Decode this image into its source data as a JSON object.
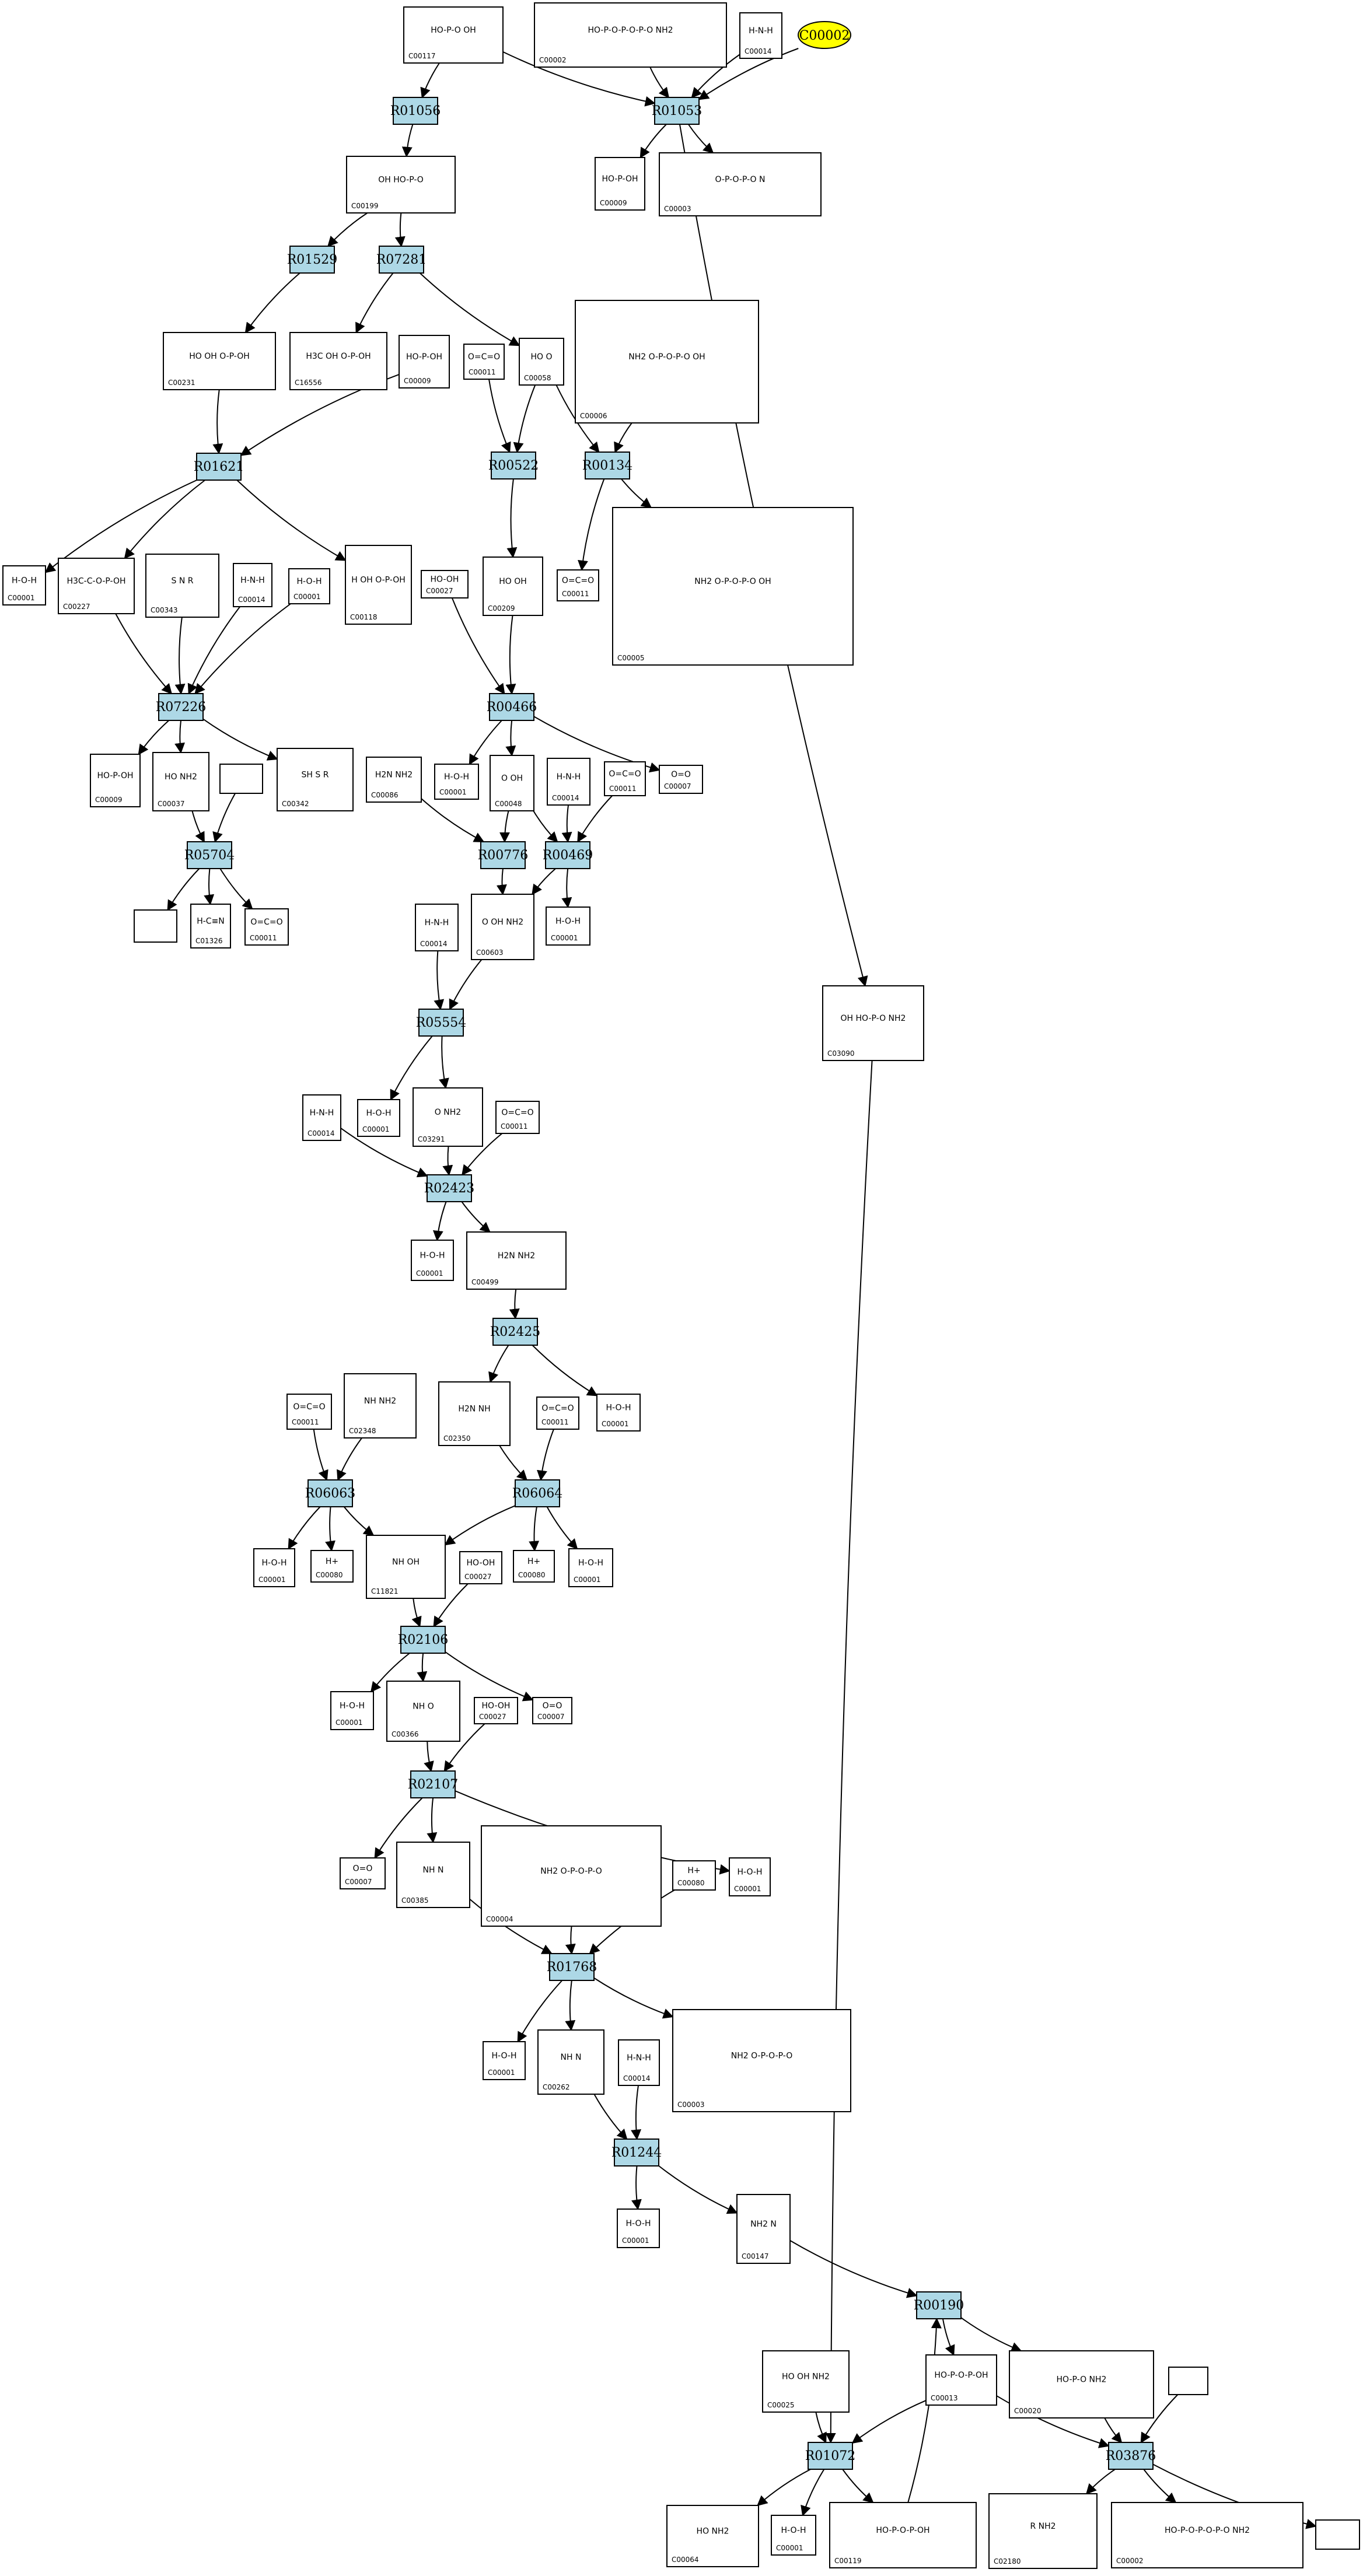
{
  "graph": {
    "highlight": {
      "label": "C00002",
      "color": "#ffff00"
    },
    "reaction_color": "#add8e6",
    "reactions": [
      {
        "id": "R01056",
        "label": "R01056"
      },
      {
        "id": "R01053",
        "label": "R01053"
      },
      {
        "id": "R01529",
        "label": "R01529"
      },
      {
        "id": "R07281",
        "label": "R07281"
      },
      {
        "id": "R01621",
        "label": "R01621"
      },
      {
        "id": "R00522",
        "label": "R00522"
      },
      {
        "id": "R00134",
        "label": "R00134"
      },
      {
        "id": "R07226",
        "label": "R07226"
      },
      {
        "id": "R00466",
        "label": "R00466"
      },
      {
        "id": "R05704",
        "label": "R05704"
      },
      {
        "id": "R00776",
        "label": "R00776"
      },
      {
        "id": "R00469",
        "label": "R00469"
      },
      {
        "id": "R05554",
        "label": "R05554"
      },
      {
        "id": "R02423",
        "label": "R02423"
      },
      {
        "id": "R02425",
        "label": "R02425"
      },
      {
        "id": "R06063",
        "label": "R06063"
      },
      {
        "id": "R06064",
        "label": "R06064"
      },
      {
        "id": "R02106",
        "label": "R02106"
      },
      {
        "id": "R02107",
        "label": "R02107"
      },
      {
        "id": "R01768",
        "label": "R01768"
      },
      {
        "id": "R01244",
        "label": "R01244"
      },
      {
        "id": "R00190",
        "label": "R00190"
      },
      {
        "id": "R01072",
        "label": "R01072"
      },
      {
        "id": "R03876",
        "label": "R03876"
      }
    ],
    "compounds": [
      {
        "id": "c117",
        "label": "C00117",
        "formula": "HO-P-O   OH"
      },
      {
        "id": "c002top",
        "label": "C00002",
        "formula": "HO-P-O-P-O-P-O   NH2"
      },
      {
        "id": "c014top",
        "label": "C00014",
        "formula": "H-N-H"
      },
      {
        "id": "c199",
        "label": "C00199",
        "formula": "OH   HO-P-O"
      },
      {
        "id": "c009a",
        "label": "C00009",
        "formula": "HO-P-OH"
      },
      {
        "id": "c003a",
        "label": "C00003",
        "formula": "O-P-O-P-O   N"
      },
      {
        "id": "c231",
        "label": "C00231",
        "formula": "HO   OH   O-P-OH"
      },
      {
        "id": "c16556",
        "label": "C16556",
        "formula": "H3C   OH   O-P-OH"
      },
      {
        "id": "c009b",
        "label": "C00009",
        "formula": "HO-P-OH"
      },
      {
        "id": "c011a",
        "label": "C00011",
        "formula": "O=C=O"
      },
      {
        "id": "c058",
        "label": "C00058",
        "formula": "HO   O"
      },
      {
        "id": "c006",
        "label": "C00006",
        "formula": "NH2   O-P-O-P-O   OH"
      },
      {
        "id": "c001a",
        "label": "C00001",
        "formula": "H-O-H"
      },
      {
        "id": "c227",
        "label": "C00227",
        "formula": "H3C-C-O-P-OH"
      },
      {
        "id": "c343",
        "label": "C00343",
        "formula": "S   N   R"
      },
      {
        "id": "c014b",
        "label": "C00014",
        "formula": "H-N-H"
      },
      {
        "id": "c001b",
        "label": "C00001",
        "formula": "H-O-H"
      },
      {
        "id": "c118",
        "label": "C00118",
        "formula": "H   OH   O-P-OH"
      },
      {
        "id": "c011b",
        "label": "C00011",
        "formula": "O=C=O"
      },
      {
        "id": "c005",
        "label": "C00005",
        "formula": "NH2   O-P-O-P-O   OH"
      },
      {
        "id": "c027a",
        "label": "C00027",
        "formula": "HO-OH"
      },
      {
        "id": "c209",
        "label": "C00209",
        "formula": "HO   OH"
      },
      {
        "id": "c009c",
        "label": "C00009",
        "formula": "HO-P-OH"
      },
      {
        "id": "c037",
        "label": "C00037",
        "formula": "HO   NH2"
      },
      {
        "id": "blank1",
        "label": "",
        "formula": ""
      },
      {
        "id": "c342",
        "label": "C00342",
        "formula": "SH   S   R"
      },
      {
        "id": "c001c",
        "label": "C00001",
        "formula": "H-O-H"
      },
      {
        "id": "c048",
        "label": "C00048",
        "formula": "O   OH"
      },
      {
        "id": "c014c",
        "label": "C00014",
        "formula": "H-N-H"
      },
      {
        "id": "c011c",
        "label": "C00011",
        "formula": "O=C=O"
      },
      {
        "id": "c007a",
        "label": "C00007",
        "formula": "O=O"
      },
      {
        "id": "c086",
        "label": "C00086",
        "formula": "H2N   NH2"
      },
      {
        "id": "blank2",
        "label": "",
        "formula": ""
      },
      {
        "id": "c01326",
        "label": "C01326",
        "formula": "H-C≡N"
      },
      {
        "id": "c011d",
        "label": "C00011",
        "formula": "O=C=O"
      },
      {
        "id": "c014d",
        "label": "C00014",
        "formula": "H-N-H"
      },
      {
        "id": "c603",
        "label": "C00603",
        "formula": "O   OH   NH2"
      },
      {
        "id": "c001d",
        "label": "C00001",
        "formula": "H-O-H"
      },
      {
        "id": "c3090",
        "label": "C03090",
        "formula": "OH   HO-P-O   NH2"
      },
      {
        "id": "c014e",
        "label": "C00014",
        "formula": "H-N-H"
      },
      {
        "id": "c001e",
        "label": "C00001",
        "formula": "H-O-H"
      },
      {
        "id": "c3291",
        "label": "C03291",
        "formula": "O   NH2"
      },
      {
        "id": "c011e",
        "label": "C00011",
        "formula": "O=C=O"
      },
      {
        "id": "c001f",
        "label": "C00001",
        "formula": "H-O-H"
      },
      {
        "id": "c499",
        "label": "C00499",
        "formula": "H2N   NH2"
      },
      {
        "id": "c011f",
        "label": "C00011",
        "formula": "O=C=O"
      },
      {
        "id": "c2348",
        "label": "C02348",
        "formula": "NH   NH2"
      },
      {
        "id": "c2350",
        "label": "C02350",
        "formula": "H2N   NH"
      },
      {
        "id": "c011g",
        "label": "C00011",
        "formula": "O=C=O"
      },
      {
        "id": "c001g",
        "label": "C00001",
        "formula": "H-O-H"
      },
      {
        "id": "c001h",
        "label": "C00001",
        "formula": "H-O-H"
      },
      {
        "id": "c080a",
        "label": "C00080",
        "formula": "H+"
      },
      {
        "id": "c11821",
        "label": "C11821",
        "formula": "NH   OH"
      },
      {
        "id": "c027b",
        "label": "C00027",
        "formula": "HO-OH"
      },
      {
        "id": "c080b",
        "label": "C00080",
        "formula": "H+"
      },
      {
        "id": "c001i",
        "label": "C00001",
        "formula": "H-O-H"
      },
      {
        "id": "c001j",
        "label": "C00001",
        "formula": "H-O-H"
      },
      {
        "id": "c366",
        "label": "C00366",
        "formula": "NH   O"
      },
      {
        "id": "c027c",
        "label": "C00027",
        "formula": "HO-OH"
      },
      {
        "id": "c007b",
        "label": "C00007",
        "formula": "O=O"
      },
      {
        "id": "c007c",
        "label": "C00007",
        "formula": "O=O"
      },
      {
        "id": "c385",
        "label": "C00385",
        "formula": "NH   N"
      },
      {
        "id": "c004",
        "label": "C00004",
        "formula": "NH2   O-P-O-P-O"
      },
      {
        "id": "c080c",
        "label": "C00080",
        "formula": "H+"
      },
      {
        "id": "c001k",
        "label": "C00001",
        "formula": "H-O-H"
      },
      {
        "id": "c001l",
        "label": "C00001",
        "formula": "H-O-H"
      },
      {
        "id": "c262",
        "label": "C00262",
        "formula": "NH   N"
      },
      {
        "id": "c014f",
        "label": "C00014",
        "formula": "H-N-H"
      },
      {
        "id": "c003b",
        "label": "C00003",
        "formula": "NH2   O-P-O-P-O"
      },
      {
        "id": "c001m",
        "label": "C00001",
        "formula": "H-O-H"
      },
      {
        "id": "c147",
        "label": "C00147",
        "formula": "NH2   N"
      },
      {
        "id": "c025",
        "label": "C00025",
        "formula": "HO   OH   NH2"
      },
      {
        "id": "c013",
        "label": "C00013",
        "formula": "HO-P-O-P-OH"
      },
      {
        "id": "c020",
        "label": "C00020",
        "formula": "HO-P-O   NH2"
      },
      {
        "id": "blank3",
        "label": "",
        "formula": ""
      },
      {
        "id": "c064",
        "label": "C00064",
        "formula": "HO   NH2"
      },
      {
        "id": "c001n",
        "label": "C00001",
        "formula": "H-O-H"
      },
      {
        "id": "c119",
        "label": "C00119",
        "formula": "HO-P-O-P-OH"
      },
      {
        "id": "c2180",
        "label": "C02180",
        "formula": "R   NH2"
      },
      {
        "id": "c002b",
        "label": "C00002",
        "formula": "HO-P-O-P-O-P-O   NH2"
      },
      {
        "id": "blank4",
        "label": "",
        "formula": ""
      }
    ]
  }
}
